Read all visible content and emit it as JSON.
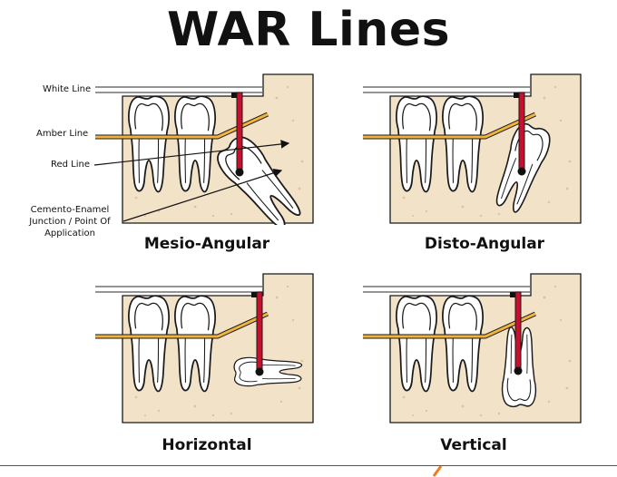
{
  "title": "WAR Lines",
  "callouts": {
    "white_line": "White Line",
    "amber_line": "Amber Line",
    "red_line": "Red Line",
    "cej_line1": "Cemento-Enamel",
    "cej_line2": "Junction / Point Of",
    "cej_line3": "Application"
  },
  "panels": [
    {
      "caption": "Mesio-Angular"
    },
    {
      "caption": "Disto-Angular"
    },
    {
      "caption": "Horizontal"
    },
    {
      "caption": "Vertical"
    }
  ],
  "colors": {
    "bone": "#f1e2c8",
    "bone_speckle": "#d9c3a1",
    "white_line": "#777777",
    "amber_line": "#f2b33d",
    "red_line": "#c8102e",
    "outline": "#1a1a1a",
    "accent": "#f07c1f"
  }
}
